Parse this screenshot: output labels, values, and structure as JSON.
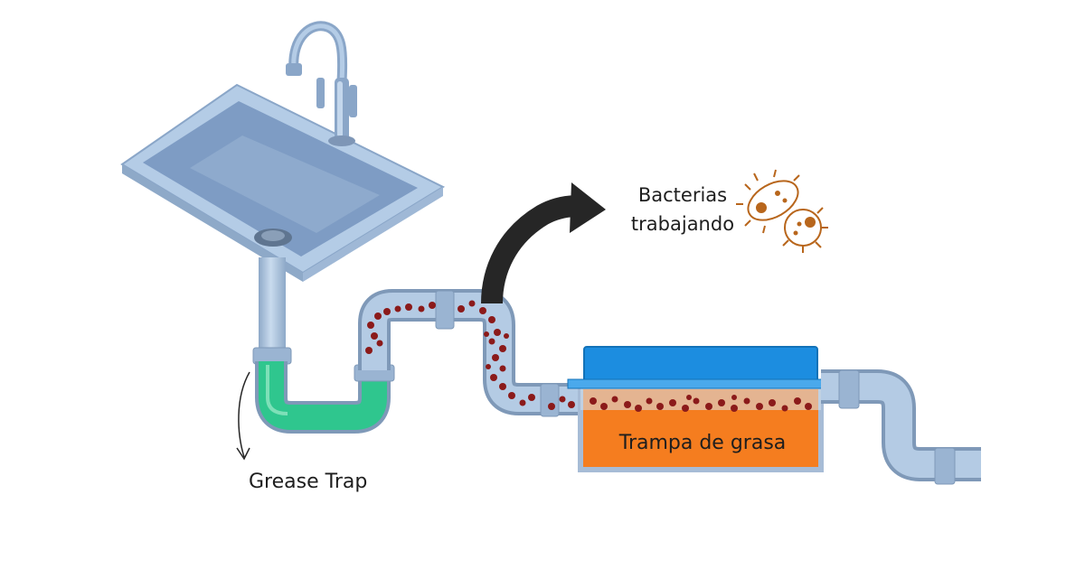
{
  "labels": {
    "bacteria_line1": "Bacterias",
    "bacteria_line2": "trabajando",
    "grease_trap": "Grease Trap",
    "trampa": "Trampa de grasa"
  },
  "colors": {
    "sink": "#b4cce6",
    "basin": "#7e9cc4",
    "pipe": "#a9c2dd",
    "pipe_dark": "#7f99b8",
    "water_trap": "#2fc68e",
    "grease": "#8b1a1a",
    "lid": "#1c8de0",
    "tank": "#f57d1f",
    "bacteria": "#b8661c",
    "arrow": "#262626"
  },
  "icons": [
    "faucet-icon",
    "drain-icon",
    "curved-arrow-icon",
    "bacteria-icon"
  ]
}
